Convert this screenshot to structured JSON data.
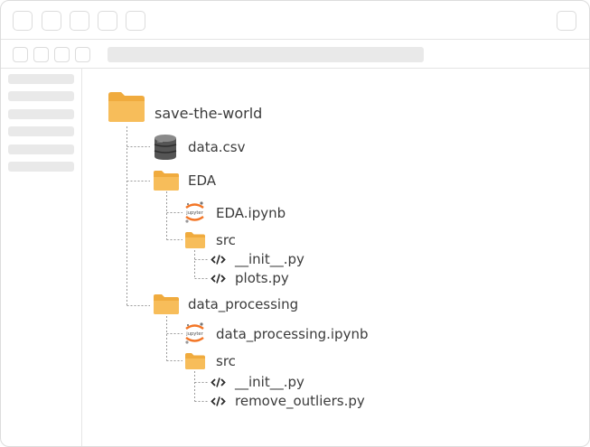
{
  "tree": {
    "root": {
      "label": "save-the-world",
      "icon": "folder-icon"
    },
    "items": [
      {
        "label": "data.csv",
        "icon": "database-icon"
      },
      {
        "label": "EDA",
        "icon": "folder-icon"
      },
      {
        "label": "EDA.ipynb",
        "icon": "jupyter-icon"
      },
      {
        "label": "src",
        "icon": "folder-icon"
      },
      {
        "label": "__init__.py",
        "icon": "code-icon"
      },
      {
        "label": "plots.py",
        "icon": "code-icon"
      },
      {
        "label": "data_processing",
        "icon": "folder-icon"
      },
      {
        "label": "data_processing.ipynb",
        "icon": "jupyter-icon"
      },
      {
        "label": "src",
        "icon": "folder-icon"
      },
      {
        "label": "__init__.py",
        "icon": "code-icon"
      },
      {
        "label": "remove_outliers.py",
        "icon": "code-icon"
      }
    ]
  },
  "jupyter_logo_text": "jupyter",
  "colors": {
    "folder": "#f7bd5a",
    "folder_tab": "#f0ab3e",
    "connector": "#9a9a9a",
    "text": "#3b3b3b"
  }
}
